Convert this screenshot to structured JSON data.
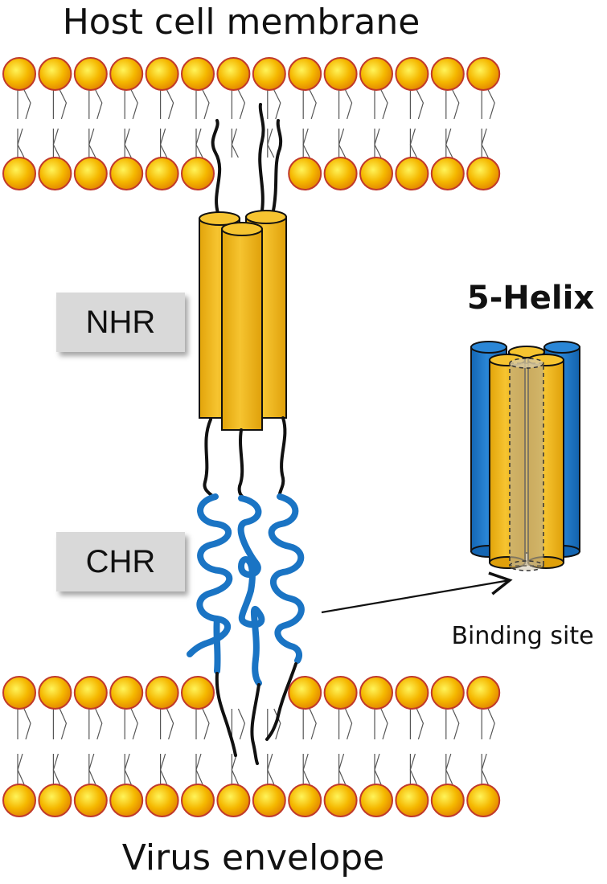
{
  "labels": {
    "top_membrane": "Host cell membrane",
    "bottom_membrane": "Virus envelope",
    "nhr": "NHR",
    "chr": "CHR",
    "five_helix": "5-Helix",
    "binding_site": "Binding site"
  },
  "colors": {
    "lipid_head": "#f5b800",
    "lipid_head_edge": "#c0392b",
    "nhr_helix": "#f0b81c",
    "chr_helix": "#1a74c4",
    "tether": "#111111",
    "label_box": "#d9d9d9"
  }
}
